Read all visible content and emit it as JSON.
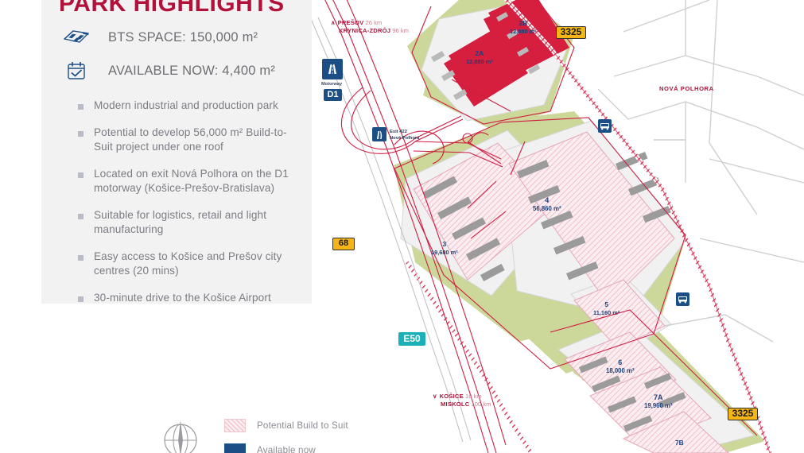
{
  "panel": {
    "title": "PARK HIGHLIGHTS",
    "kpis": [
      {
        "icon": "layers-icon",
        "label": "BTS SPACE: 150,000 m²"
      },
      {
        "icon": "calendar-check-icon",
        "label": "AVAILABLE NOW: 4,400 m²"
      }
    ],
    "bullets": [
      "Modern industrial and production park",
      "Potential to develop 56,000 m² Build-to-Suit project under one roof",
      "Located on exit Nová Polhora on the D1 motorway (Košice-Prešov-Bratislava)",
      "Suitable for logistics, retail and light manufacturing",
      "Easy access to Košice and Prešov city centres (20 mins)",
      "30-minute drive to the Košice Airport"
    ]
  },
  "map": {
    "directions": [
      {
        "arrow": "∧",
        "city": "PREŠOV",
        "distance": "26 km"
      },
      {
        "arrow": "",
        "city": "KRYNICA-ZDRÓJ",
        "distance": "96 km"
      },
      {
        "arrow": "∨",
        "city": "KOŠICE",
        "distance": "18 km"
      },
      {
        "arrow": "",
        "city": "MISKOLC",
        "distance": "100 km"
      }
    ],
    "signs": {
      "motorway_caption": "Motorway",
      "motorway_number": "D1",
      "exit_number": "Exit 422",
      "exit_name": "Nová Polhora"
    },
    "road_shields": [
      {
        "name": "road-68",
        "label": "68",
        "style": "yellow"
      },
      {
        "name": "road-e50",
        "label": "E50",
        "style": "teal"
      },
      {
        "name": "road-3325-top",
        "label": "3325",
        "style": "yellow"
      },
      {
        "name": "road-3325-bottom",
        "label": "3325",
        "style": "yellow"
      }
    ],
    "village": "NOVÁ POLHORA",
    "buildings": [
      {
        "id": "2A",
        "area": "12,880 m²"
      },
      {
        "id": "2B",
        "area": "12,880 m²"
      },
      {
        "id": "3",
        "area": "19,680 m²"
      },
      {
        "id": "4",
        "area": "56,860 m²"
      },
      {
        "id": "5",
        "area": "11,160 m²"
      },
      {
        "id": "6",
        "area": "18,000 m²"
      },
      {
        "id": "7A",
        "area": "19,960 m²"
      },
      {
        "id": "7B",
        "area": ""
      }
    ]
  },
  "legend": {
    "items": [
      {
        "swatch": "bts",
        "label": "Potential Build to Suit"
      },
      {
        "swatch": "now",
        "label": "Available now"
      }
    ]
  },
  "colors": {
    "brand_red": "#b2113a",
    "sign_blue": "#1c4e86",
    "shield_yellow": "#f5b517",
    "shield_teal": "#19b0b8",
    "building_red": "#d61f3f",
    "greenbelt": "#ccd79a"
  }
}
